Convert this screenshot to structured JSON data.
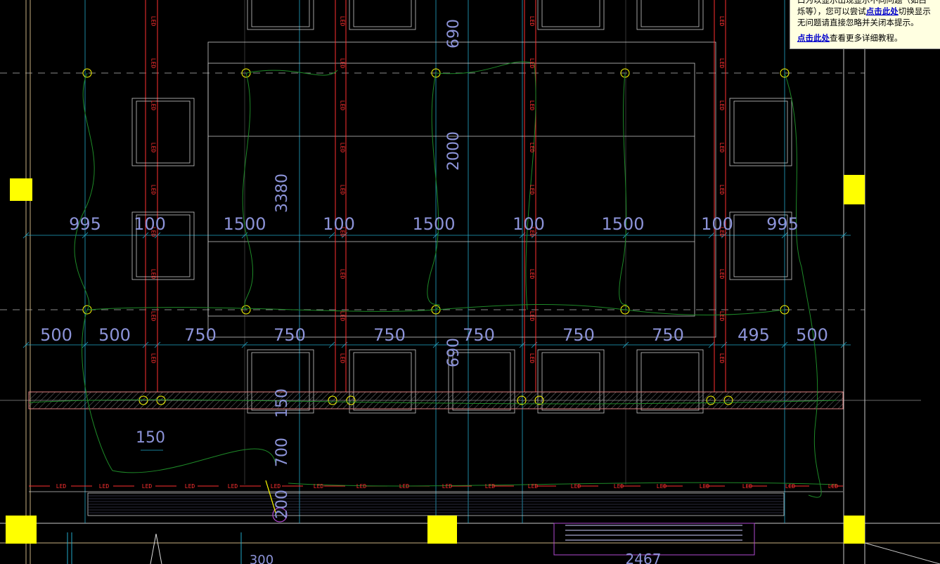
{
  "drawing": {
    "dims_top": [
      "995",
      "100",
      "1500",
      "100",
      "1500",
      "100",
      "1500",
      "100",
      "995"
    ],
    "dims_bottom": [
      "500",
      "500",
      "750",
      "750",
      "750",
      "750",
      "750",
      "750",
      "495",
      "500"
    ],
    "vertical_dims": [
      "690",
      "2000",
      "690",
      "3380",
      "150",
      "700",
      "200"
    ],
    "small_dim": "150",
    "led_label": "LED",
    "bottom_cut_label": "2467",
    "bottom_left_label": "300"
  },
  "colors": {
    "background": "#000000",
    "dimension": "#8c93d8",
    "led": "#ff3030",
    "cyan": "#22a8c8",
    "wire": "#1e8a28",
    "yellow": "#ffff00",
    "gray": "#c8c8c8",
    "magenta": "#b04ad0"
  },
  "tooltip": {
    "line1": "口为以显示出现显示不同问题（如白",
    "line2_pre": "烁等），您可以尝试",
    "line2_link": "点击此处",
    "line2_post": "切换显示",
    "line3": "无问题请直接忽略并关闭本提示。",
    "line4_link": "点击此处",
    "line4_post": "查看更多详细教程。"
  }
}
